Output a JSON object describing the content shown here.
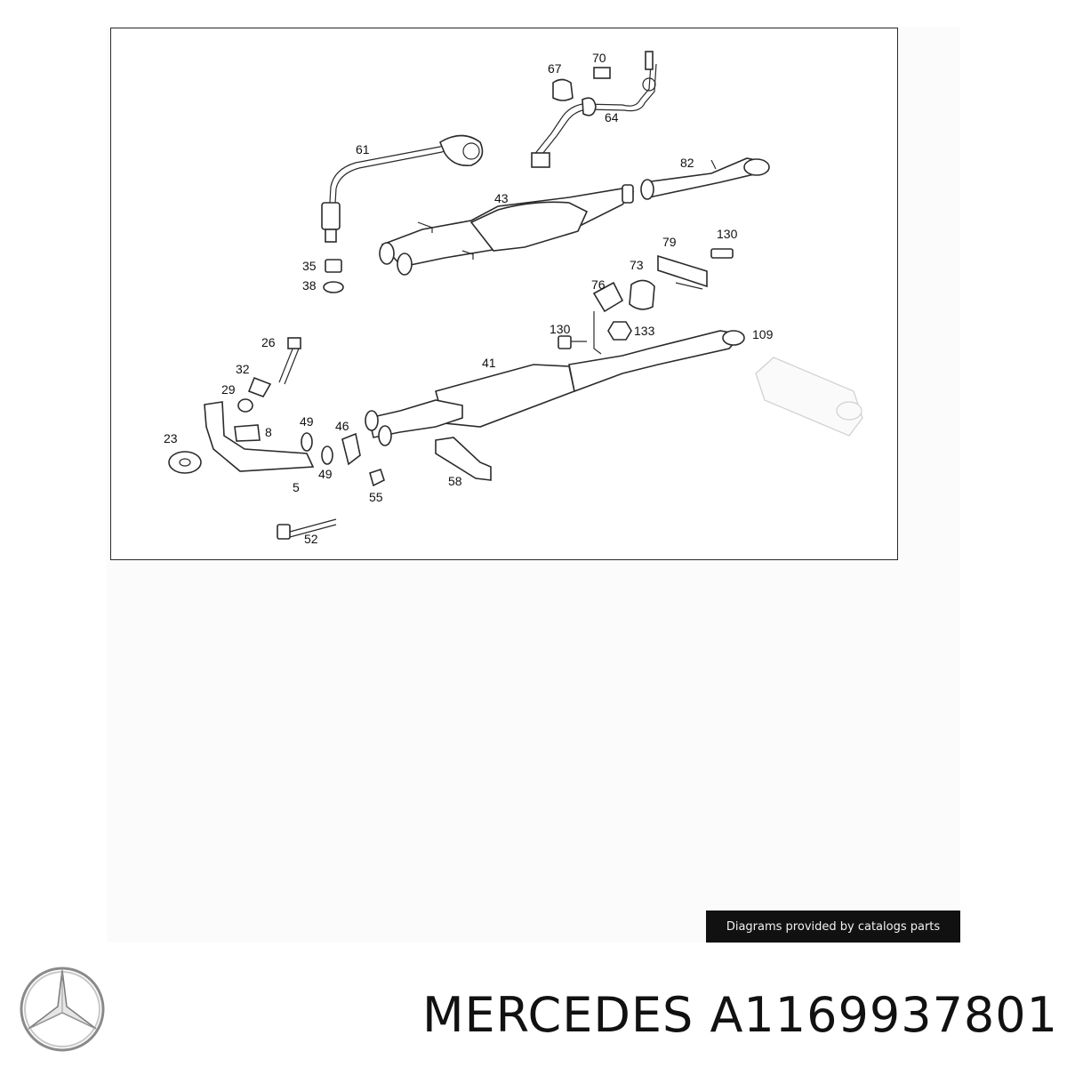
{
  "brand": "MERCEDES",
  "part_number": "A1169937801",
  "credit": "Diagrams provided by catalogs parts",
  "logo_icon": "mercedes-star-icon",
  "callouts": [
    "61",
    "67",
    "70",
    "64",
    "82",
    "43",
    "79",
    "130",
    "35",
    "38",
    "76",
    "73",
    "130",
    "133",
    "26",
    "109",
    "41",
    "32",
    "29",
    "23",
    "49",
    "46",
    "8",
    "5",
    "49",
    "58",
    "55",
    "52"
  ]
}
